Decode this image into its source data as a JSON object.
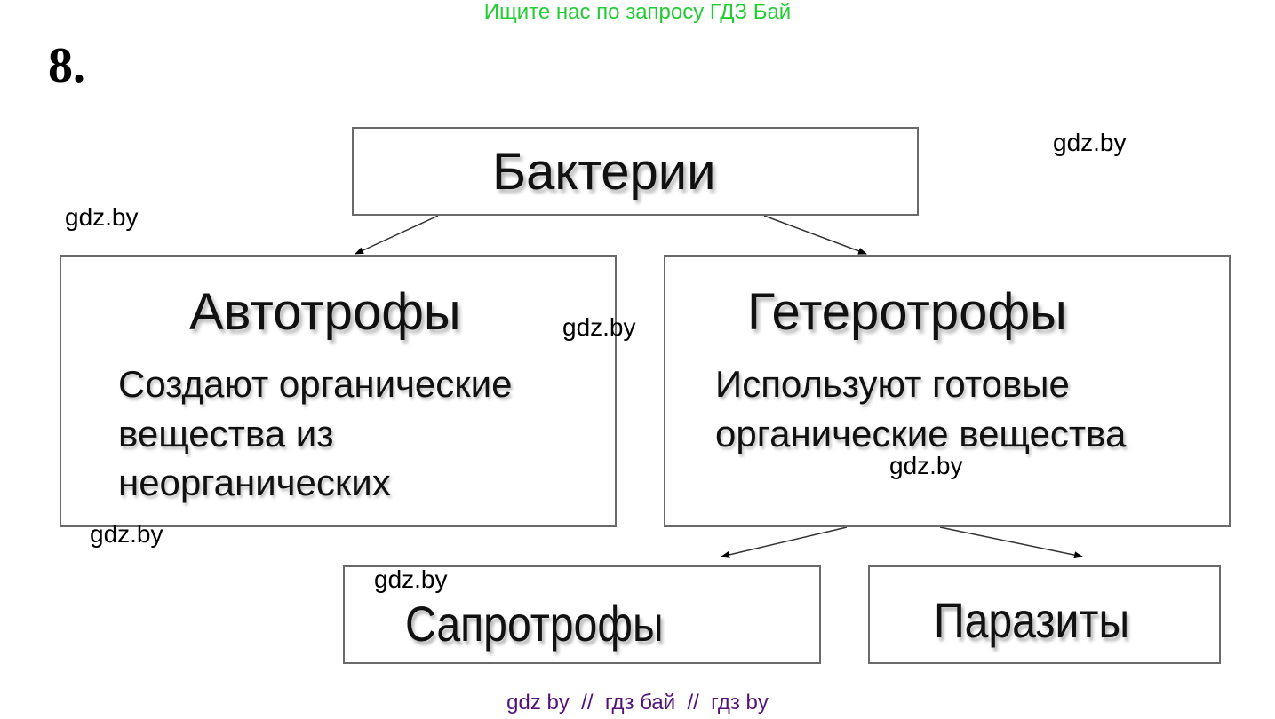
{
  "banner": {
    "text": "Ищите нас по запросу ГДЗ Бай",
    "color": "#22cc33"
  },
  "task_number": "8.",
  "diagram": {
    "root": {
      "title": "Бактерии"
    },
    "autotrophs": {
      "title": "Автотрофы",
      "description_lines": [
        "Создают органические",
        " вещества из",
        " неорганических"
      ]
    },
    "heterotrophs": {
      "title": "Гетеротрофы",
      "description_lines": [
        "Используют готовые",
        "органические вещества"
      ]
    },
    "saprotrophs": {
      "title": "Сапротрофы"
    },
    "parasites": {
      "title": "Паразиты"
    },
    "edges": [
      {
        "from": "Бактерии",
        "to": "Автотрофы"
      },
      {
        "from": "Бактерии",
        "to": "Гетеротрофы"
      },
      {
        "from": "Гетеротрофы",
        "to": "Сапротрофы"
      },
      {
        "from": "Гетеротрофы",
        "to": "Паразиты"
      }
    ]
  },
  "watermarks": [
    "gdz.by",
    "gdz.by",
    "gdz.by",
    "gdz.by",
    "gdz.by",
    "gdz.by"
  ],
  "footer": {
    "text": "gdz by  //  гдз бай  //  гдз by",
    "color": "#55117a"
  }
}
